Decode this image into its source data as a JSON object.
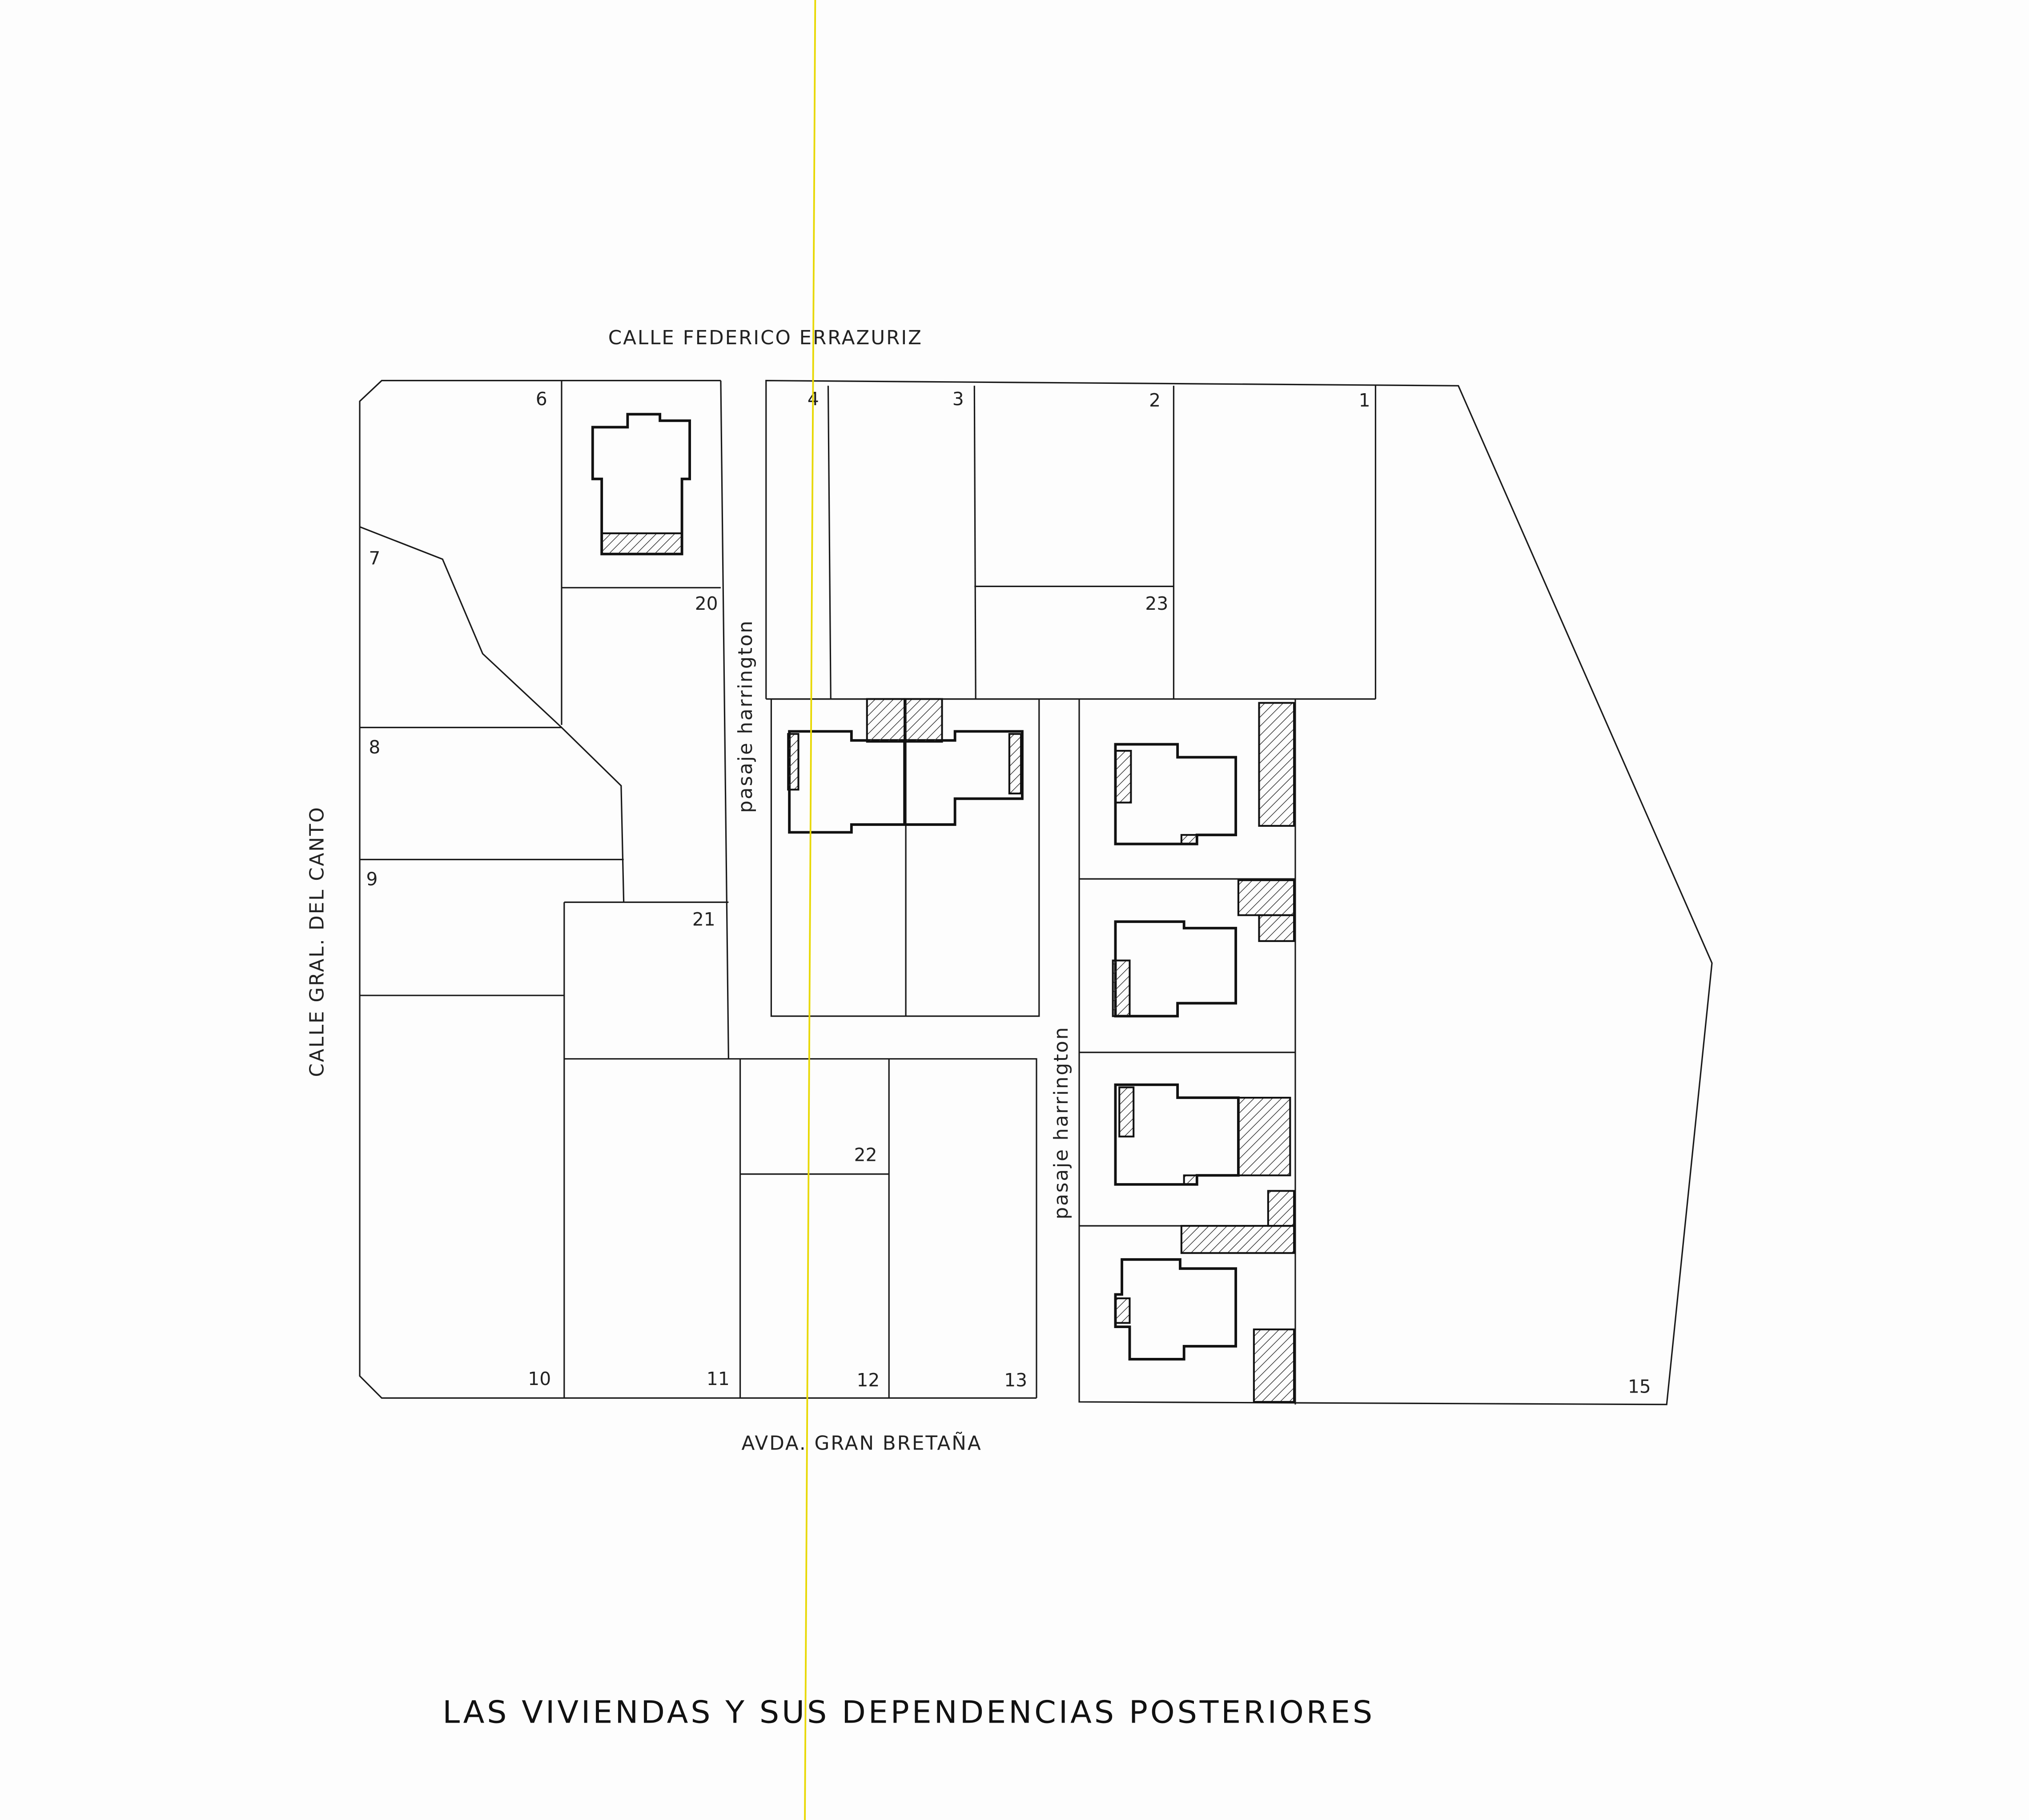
{
  "streets": {
    "north": "CALLE FEDERICO ERRAZURIZ",
    "south": "AVDA. GRAN BRETAÑA",
    "west": "CALLE GRAL. DEL CANTO",
    "passage_1": "pasaje harrington",
    "passage_2": "pasaje harrington"
  },
  "lots": {
    "l1": "1",
    "l2": "2",
    "l3": "3",
    "l4": "4",
    "l6": "6",
    "l7": "7",
    "l8": "8",
    "l9": "9",
    "l10": "10",
    "l11": "11",
    "l12": "12",
    "l13": "13",
    "l15": "15",
    "l20": "20",
    "l21": "21",
    "l22": "22",
    "l23": "23"
  },
  "title": "LAS VIVIENDAS Y SUS DEPENDENCIAS POSTERIORES",
  "colors": {
    "ink": "#1a1a1a",
    "fold_line": "#e8d800",
    "paper": "#fdfdfd"
  }
}
